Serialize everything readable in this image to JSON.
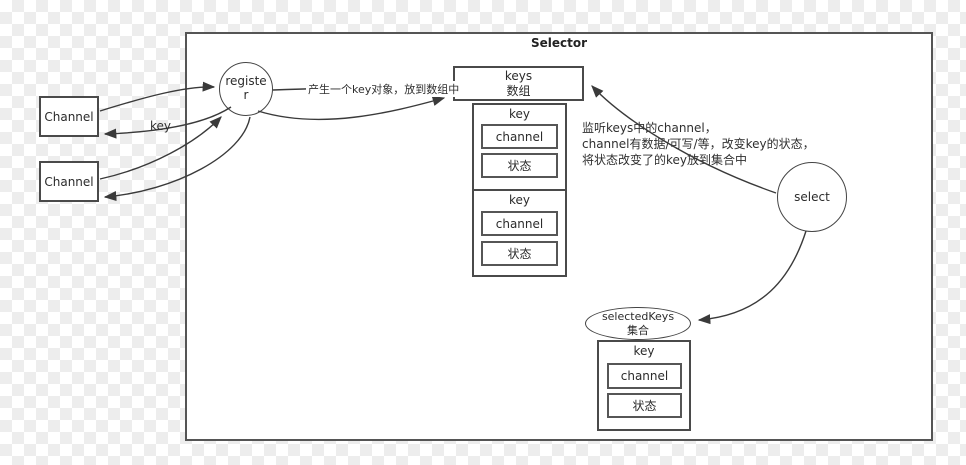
{
  "title": "Selector",
  "channel1": "Channel",
  "channel2": "Channel",
  "register": "register",
  "keys": {
    "name": "keys",
    "subtitle": "数组"
  },
  "key_items": [
    {
      "title": "key",
      "channel": "channel",
      "status": "状态"
    },
    {
      "title": "key",
      "channel": "channel",
      "status": "状态"
    }
  ],
  "selected_key_item": {
    "title": "key",
    "channel": "channel",
    "status": "状态"
  },
  "labels": {
    "key_edge": "key",
    "produce_edge": "产生一个key对象，放到数组中"
  },
  "annotation": {
    "line1": "监听keys中的channel，",
    "line2": "channel有数据/可写/等，改变key的状态，",
    "line3": "将状态改变了的key放到集合中"
  },
  "select": "select",
  "selected_keys": {
    "name": "selectedKeys",
    "subtitle": "集合"
  },
  "colors": {
    "line": "#3a3a3a",
    "border": "#4a4a4a",
    "checker": "#ededed"
  }
}
